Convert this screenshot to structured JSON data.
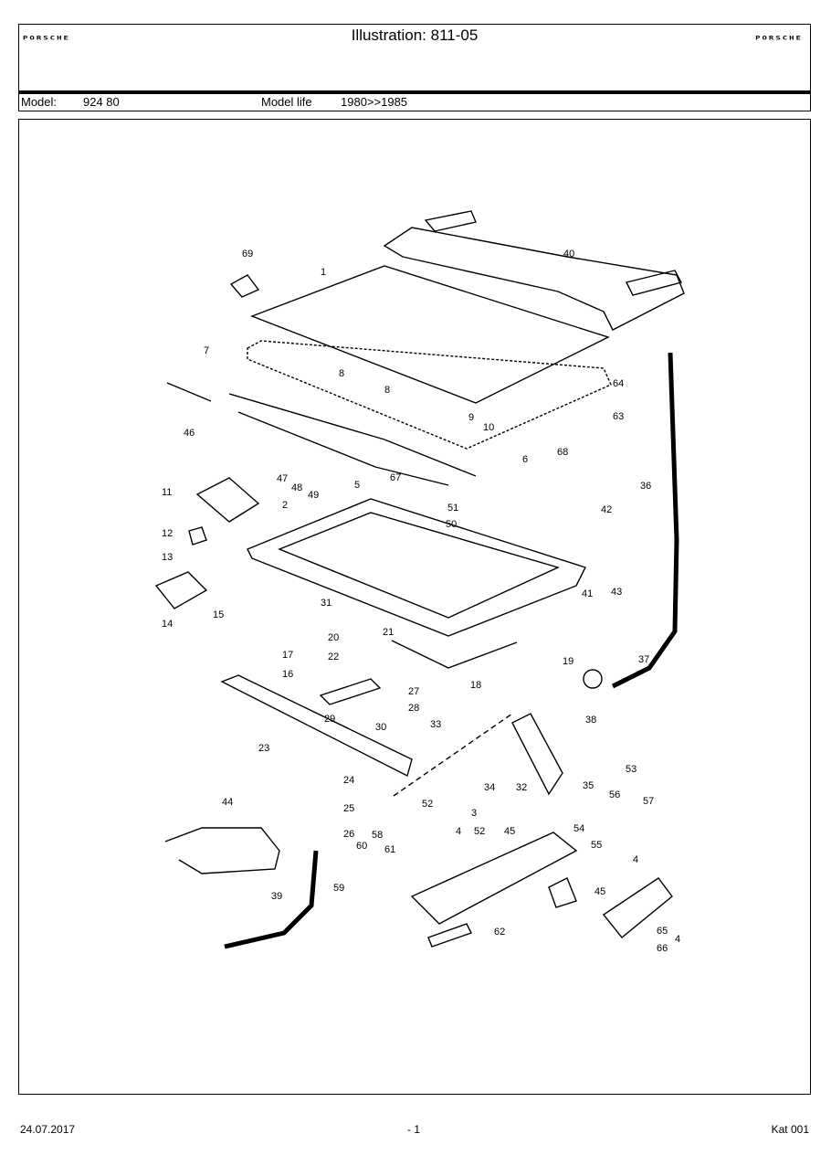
{
  "header": {
    "brand_left": "PORSCHE",
    "brand_right": "PORSCHE",
    "title": "Illustration: 811-05"
  },
  "model_bar": {
    "model_label": "Model:",
    "model_value": "924 80",
    "life_label": "Model life",
    "life_value": "1980>>1985"
  },
  "diagram": {
    "part_labels": [
      "1",
      "2",
      "3",
      "4",
      "4",
      "4",
      "5",
      "6",
      "7",
      "8",
      "8",
      "9",
      "10",
      "11",
      "12",
      "13",
      "14",
      "15",
      "16",
      "17",
      "18",
      "19",
      "20",
      "21",
      "22",
      "23",
      "24",
      "25",
      "26",
      "27",
      "28",
      "29",
      "30",
      "31",
      "32",
      "33",
      "34",
      "35",
      "36",
      "37",
      "38",
      "39",
      "40",
      "41",
      "42",
      "43",
      "44",
      "45",
      "45",
      "46",
      "47",
      "48",
      "49",
      "50",
      "51",
      "52",
      "52",
      "53",
      "54",
      "55",
      "56",
      "57",
      "58",
      "59",
      "60",
      "61",
      "62",
      "63",
      "64",
      "65",
      "66",
      "67",
      "68",
      "69"
    ]
  },
  "footer": {
    "date": "24.07.2017",
    "page": "- 1",
    "catalog": "Kat 001"
  }
}
